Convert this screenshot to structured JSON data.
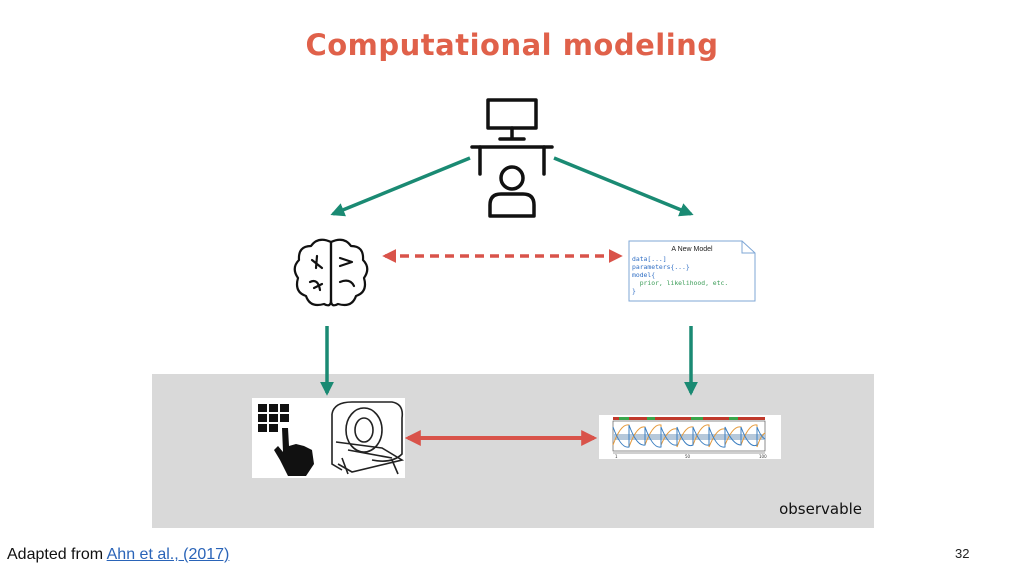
{
  "title": "Computational modeling",
  "observable_label": "observable",
  "code_doc": {
    "title": "A New Model",
    "line1": "data[...]",
    "line2": "parameters{...}",
    "line3": "model{",
    "line4": "  prior, likelihood, etc.",
    "line5": "}"
  },
  "footer": {
    "prefix": "Adapted from ",
    "link_text": "Ahn et al., (2017)"
  },
  "page_number": "32",
  "icons": {
    "researcher": "person-at-computer-icon",
    "brain": "brain-icon",
    "keypad": "keypad-press-icon",
    "scanner": "mri-scanner-icon",
    "model": "code-document-icon",
    "timeseries": "simulated-data-plot"
  },
  "colors": {
    "title": "#e0614a",
    "teal_arrow": "#1a8a73",
    "red_arrow": "#d9534a",
    "panel": "#d9d9d9"
  }
}
